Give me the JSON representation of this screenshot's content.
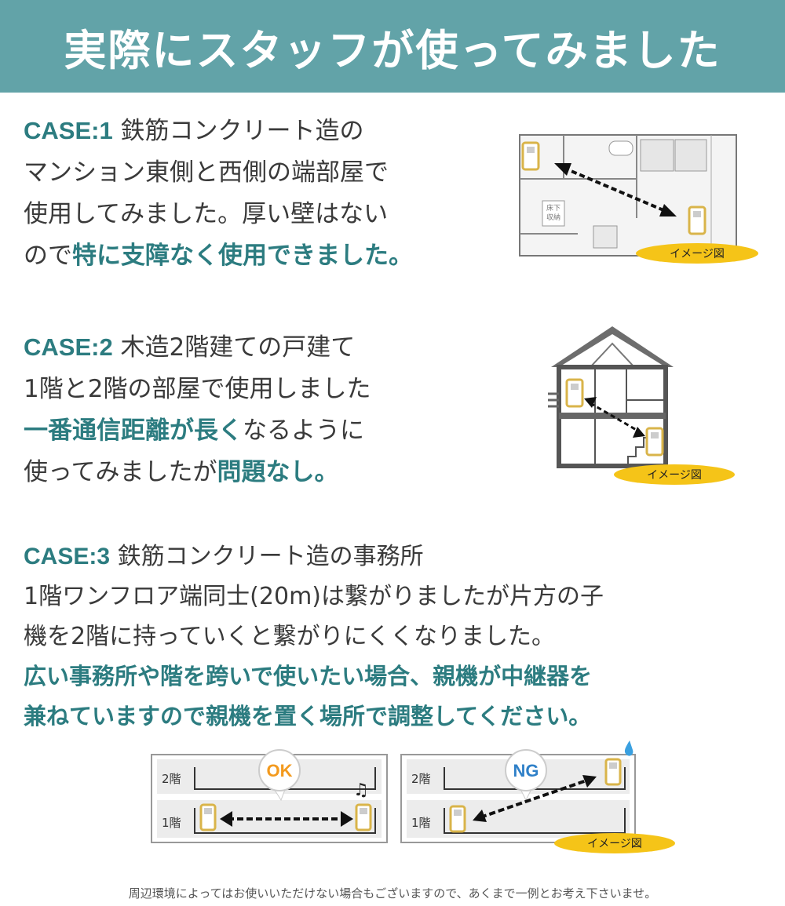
{
  "header": {
    "title": "実際にスタッフが使ってみました"
  },
  "case1": {
    "label": "CASE:1",
    "line1_rest": " 鉄筋コンクリート造の",
    "line2": "マンション東側と西側の端部屋で",
    "line3": "使用してみました。厚い壁はない",
    "line4_prefix": "ので",
    "line4_highlight": "特に支障なく使用できました。",
    "figure": {
      "storage_label_1": "床下",
      "storage_label_2": "収納",
      "badge": "イメージ図"
    }
  },
  "case2": {
    "label": "CASE:2",
    "line1_rest": " 木造2階建ての戸建て",
    "line2": "1階と2階の部屋で使用しました",
    "line3_highlight": "一番通信距離が長く",
    "line3_rest": "なるように",
    "line4_prefix": "使ってみましたが",
    "line4_highlight": "問題なし。",
    "figure": {
      "badge": "イメージ図"
    }
  },
  "case3": {
    "label": "CASE:3",
    "line1_rest": " 鉄筋コンクリート造の事務所",
    "line2": "1階ワンフロア端同士(20m)は繋がりましたが片方の子",
    "line3": "機を2階に持っていくと繋がりにくくなりました。",
    "line4_highlight": "広い事務所や階を跨いで使いたい場合、親機が中継器を",
    "line5_highlight": "兼ねていますので親機を置く場所で調整してください。",
    "ok_panel": {
      "badge": "OK",
      "floor2": "2階",
      "floor1": "1階"
    },
    "ng_panel": {
      "badge": "NG",
      "floor2": "2階",
      "floor1": "1階"
    },
    "figure_badge": "イメージ図"
  },
  "footnote": "周辺環境によってはお使いいただけない場合もございますので、あくまで一例とお考え下さいませ。",
  "colors": {
    "header_bg": "#62a3a8",
    "accent": "#2c7c80",
    "badge_yellow": "#f5c418",
    "device_gold": "#d9b44a"
  }
}
